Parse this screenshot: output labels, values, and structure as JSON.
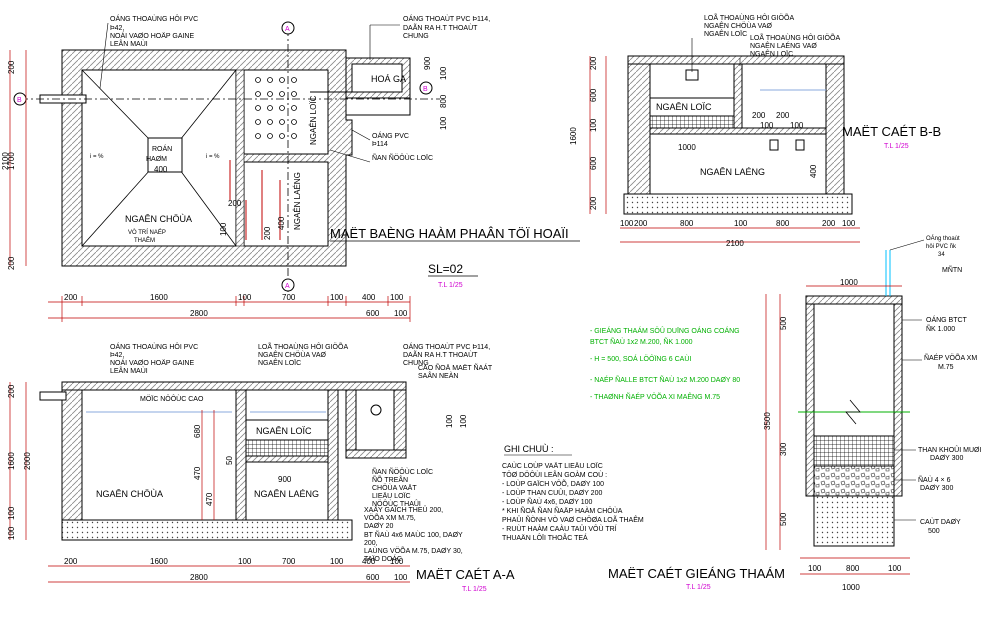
{
  "plan": {
    "title": "MAËT BAÈNG HAÀM PHAÂN TÖÏ HOAÏI",
    "subtitle": "SL=02",
    "scale": "T.L 1/25",
    "note_vent_title": "OÁNG THOAÙNG HÔI PVC",
    "note_vent_lines": [
      "Þ42,",
      "NOÁI VAØO HOÄP GAINE",
      "LEÂN MAÙI"
    ],
    "note_outlet_lines": [
      "OÁNG THOAÙT PVC Þ114,",
      "DAÃN RA H.T THOAÙT",
      "CHUNG"
    ],
    "hoa_ga": "HOÁ GA",
    "ngan_chua": "NGAÊN CHÖÙA",
    "ngan_lang": "NGAÊN LAÉNG",
    "ngan_loc": "NGAÊN LOÏC",
    "hang_label": [
      "ROÁN",
      "HAØM"
    ],
    "vi_tri_nap": [
      "VÒ TRÍ NAÉP",
      "THAÊM"
    ],
    "pvc_note": [
      "OÁNG PVC",
      "Þ114"
    ],
    "nuoc_loc": [
      "ÑAN ÑÖÔÙC LOÏC"
    ],
    "dims_top": [
      "200",
      "1600",
      "100",
      "700",
      "100",
      "400",
      "100"
    ],
    "dims_total": [
      "2800",
      "600",
      "100"
    ],
    "dims_left": [
      "200",
      "1700",
      "2100",
      "200"
    ],
    "dims_inner": [
      "400",
      "200",
      "100",
      "200",
      "400",
      "900",
      "100",
      "800",
      "100"
    ],
    "slope": "i = %",
    "section_mark_a": "A",
    "section_mark_b": "B"
  },
  "section_bb": {
    "title": "MAËT CAÉT B-B",
    "scale": "T.L 1/25",
    "note_top": [
      "LOÃ THOAÙNG HÔI GIÖÕA",
      "NGAÊN CHÖÙA VAØ",
      "NGAÊN LOÏC"
    ],
    "note_mid": [
      "LOÃ THOAÙNG HÔI GIÖÕA",
      "NGAÊN LAÉNG VAØ",
      "NGAÊN LOÏC"
    ],
    "ngan_loc": "NGAÊN LOÏC",
    "ngan_lang": "NGAÊN LAÉNG",
    "dims_bottom": [
      "100",
      "200",
      "800",
      "100",
      "800",
      "200",
      "100"
    ],
    "dim_total": "2100",
    "dims_left": [
      "200",
      "600",
      "100",
      "600",
      "200",
      "1600"
    ],
    "dims_inner": [
      "1000",
      "200",
      "200",
      "100",
      "100",
      "400"
    ]
  },
  "section_aa": {
    "title": "MAËT CAÉT A-A",
    "scale": "T.L 1/25",
    "note_vent_title": "OÁNG THOAÙNG HÔI PVC",
    "note_vent_lines": [
      "Þ42,",
      "NOÁI VAØO HOÄP GAINE",
      "LEÂN MAÙI"
    ],
    "note_mid": [
      "LOÃ THOAÙNG HÔI GIÖÕA",
      "NGAÊN CHÖÙA VAØ",
      "NGAÊN LOÏC"
    ],
    "note_outlet": [
      "OÁNG THOAÙT PVC Þ114,",
      "DAÃN RA H.T THOAÙT",
      "CHUNG"
    ],
    "cao_do": [
      "CAO ÑOÄ MAËT ÑAÁT",
      "SAÂN NEÀN"
    ],
    "muc_nuoc": "MÖÏC NÖÔÙC CAO",
    "ngan_chua": "NGAÊN CHÖÙA",
    "ngan_lang": "NGAÊN LAÉNG",
    "ngan_loc": "NGAÊN LOÏC",
    "filter_note": [
      "ÑAN ÑÖÔÙC LOÏC",
      "ÑÕ TREÂN",
      "CHÖÙA VAÄT",
      "LIEÄU LOÏC",
      "NÖÔÙC THAÛI"
    ],
    "base_note": [
      "XAÂY GAÏCH THEÛ 200,",
      "VÖÕA XM M.75,",
      "DAØY 20",
      "BT ÑAÙ 4x6 MAÙC 100, DAØY",
      "200,",
      "LAÙNG VÖÕA M.75, DAØY 30,",
      "TAÏO DOÁC"
    ],
    "dims_bottom": [
      "200",
      "1600",
      "100",
      "700",
      "100",
      "400",
      "100"
    ],
    "dims_total": [
      "2800",
      "600",
      "100"
    ],
    "dims_left": [
      "200",
      "1600",
      "2000",
      "100",
      "100"
    ],
    "dims_inner": [
      "680",
      "470",
      "470",
      "900",
      "50",
      "100",
      "100"
    ]
  },
  "ghi_chu": {
    "title": "GHI CHUÙ :",
    "lines": [
      "CAÙC LOÙP VAÄT LIEÄU LOÏC",
      "TÖØ DÖÔÙI LEÂN GOÀM COÙ :",
      "-    LOÙP GAÏCH VÔÕ, DAØY 100",
      "-    LOÙP THAN CUÛI, DAØY 200",
      "-    LOÙP ÑAÙ 4x6, DAØY 100",
      "*  KHI ÑOÅ ÑAN ÑAÄP HAÀM CHÖÙA",
      "   PHAÛI ÑÒNH VÒ VAØ CHÖØA LOÃ THAÊM",
      "-  RUÙT HAÀM CAÀU TAÛI VÔÙ TRÍ",
      "   THUAÄN LÔÏI THOÂC TEÁ"
    ]
  },
  "gieng_tham": {
    "title": "MAËT CAÉT GIEÁNG THAÁM",
    "scale": "T.L 1/25",
    "notes_green": [
      "- GIEÁNG THAÁM SÖÛ DUÏNG OÁNG COÁNG",
      "  BTCT ÑAÙ 1x2 M.200, ÑK 1.000",
      "- H = 500, SOÁ LÖÔÏNG 6 CAÙI",
      "- NAÉP ÑALLE BTCT ÑAÙ 1x2 M.200 DAØY 80",
      "- THAØNH ÑAÉP VÖÕA XI MAÊNG M.75"
    ],
    "label_pipe": [
      "OÁng thoaùt",
      "hôi PVC ñk",
      "34"
    ],
    "label_mat": "MÑTN",
    "label_ong": [
      "OÁNG BTCT",
      "ÑK 1.000"
    ],
    "label_vua": [
      "ÑAÉP VÖÕA XM",
      "M.75"
    ],
    "label_than": [
      "THAN KHOÛI MUØI",
      "DAØY 300"
    ],
    "label_da": [
      "ÑAÙ 4 × 6",
      "DAØY 300"
    ],
    "label_cat": [
      "CAÙT DAØY",
      "500"
    ],
    "dims_top": "1000",
    "dims_bottom": [
      "100",
      "800",
      "100"
    ],
    "dim_total": "1000",
    "dims_left": [
      "500",
      "3500",
      "300",
      "500"
    ]
  },
  "colors": {
    "ink": "#000000",
    "dim": "#c00000",
    "scale": "#d000d0",
    "note": "#00b000",
    "hatch": "#777777",
    "water": "#8ad"
  }
}
